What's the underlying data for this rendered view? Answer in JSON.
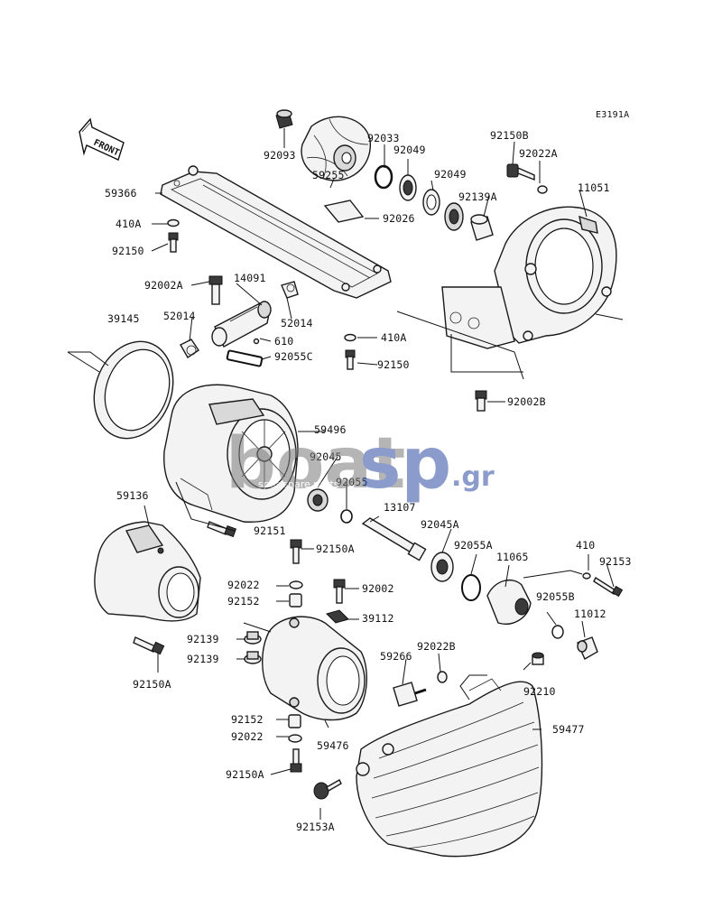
{
  "diagram": {
    "code": "E3191A",
    "front_label": "FRONT"
  },
  "parts": {
    "p92093": "92093",
    "p92033": "92033",
    "p92049a": "92049",
    "p92049b": "92049",
    "p92150B": "92150B",
    "p92022A": "92022A",
    "p59366": "59366",
    "p59255": "59255",
    "p92139A": "92139A",
    "p11051": "11051",
    "p92026": "92026",
    "p410A_top": "410A",
    "p92150_top": "92150",
    "p92002A": "92002A",
    "p14091": "14091",
    "p39145": "39145",
    "p52014a": "52014",
    "p52014b": "52014",
    "p610": "610",
    "p410A_mid": "410A",
    "p92055C": "92055C",
    "p92150_mid": "92150",
    "p92002B": "92002B",
    "p59496": "59496",
    "p92045": "92045",
    "p92055": "92055",
    "p59136": "59136",
    "p13107": "13107",
    "p92045A": "92045A",
    "p92151": "92151",
    "p92150A_mid": "92150A",
    "p92055A": "92055A",
    "p11065": "11065",
    "p410": "410",
    "p92153": "92153",
    "p92022_top": "92022",
    "p92002": "92002",
    "p92152_top": "92152",
    "p39112": "39112",
    "p92055B": "92055B",
    "p11012": "11012",
    "p92139a": "92139",
    "p92139b": "92139",
    "p92022B": "92022B",
    "p59266": "59266",
    "p92150A_left": "92150A",
    "p92210": "92210",
    "p92152_bot": "92152",
    "p92022_bot": "92022",
    "p59476": "59476",
    "p59477": "59477",
    "p92150A_bot": "92150A",
    "p92153A": "92153A"
  },
  "watermark": {
    "brand_a": "boat",
    "brand_b": "sp",
    "tld": ".gr",
    "tagline": "spot spare parts"
  },
  "colors": {
    "line": "#111111",
    "part_fill": "#f3f3f3",
    "watermark_blue": "#2b4aa3",
    "watermark_grey": "#7a7a7a"
  }
}
